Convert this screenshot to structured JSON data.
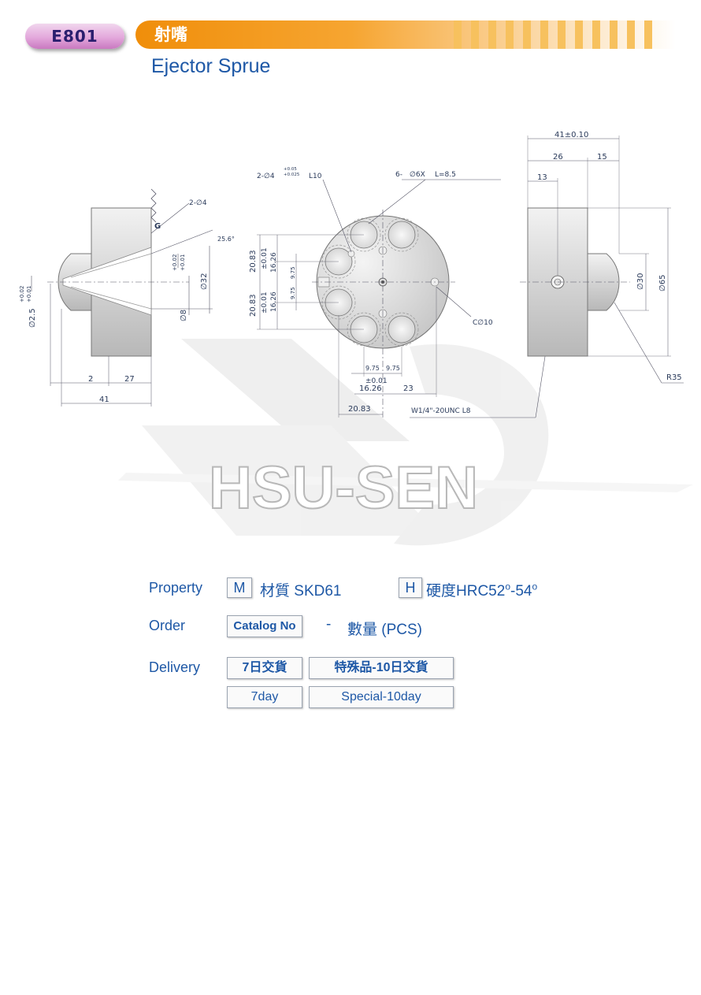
{
  "header": {
    "code": "E801",
    "title_zh": "射嘴",
    "title_en": "Ejector Sprue"
  },
  "drawing": {
    "left_view": {
      "hole_label": "2-∅4",
      "g_label": "G",
      "angle_label": "25.6°",
      "tol_upper": "+0.02",
      "tol_lower": "+0.01",
      "dia_32": "∅32",
      "dia_8": "∅8",
      "tip_tol_upper": "+0.02",
      "tip_tol_lower": "+0.01",
      "tip_dia": "∅2.5",
      "dim_2": "2",
      "dim_27": "27",
      "dim_41": "41"
    },
    "front_view": {
      "hole_label": "2-∅4",
      "hole_tol_upper": "+0.05",
      "hole_tol_lower": "+0.025",
      "l10": "L10",
      "bolt_label": "6-",
      "bolt_spec": "∅6X",
      "bolt_l": "L=8.5",
      "c10": "C∅10",
      "v_20_83_a": "20.83",
      "v_pm_a": "±0.01",
      "v_16_26_a": "16.26",
      "v_9_75_a": "9.75",
      "v_20_83_b": "20.83",
      "v_pm_b": "±0.01",
      "v_16_26_b": "16.26",
      "v_9_75_b": "9.75",
      "h_9_75_a": "9.75",
      "h_9_75_b": "9.75",
      "h_pm": "±0.01",
      "h_16_26": "16.26",
      "h_23": "23",
      "h_20_83": "20.83",
      "thread": "W1/4\"-20UNC L8"
    },
    "right_view": {
      "dim_41": "41±0.10",
      "dim_26": "26",
      "dim_15": "15",
      "dim_13": "13",
      "dia_30": "∅30",
      "dia_65": "∅65",
      "r35": "R35"
    },
    "watermark": "HSU-SEN"
  },
  "specs": {
    "property_label": "Property",
    "m_code": "M",
    "material": "材質 SKD61",
    "h_code": "H",
    "hardness_prefix": "硬度HRC52",
    "hardness_dash": "-54",
    "degree": "o",
    "order_label": "Order",
    "catalog_no": "Catalog No",
    "order_dash": "-",
    "quantity": "數量 (PCS)",
    "delivery_label": "Delivery",
    "delivery_7_zh": "7日交貨",
    "delivery_special_zh": "特殊品-10日交貨",
    "delivery_7_en": "7day",
    "delivery_special_en": "Special-10day"
  },
  "colors": {
    "accent_blue": "#1e58a6",
    "orange": "#f08e0a",
    "pill_purple": "#d98fd2",
    "dim_line": "#3a4a66"
  }
}
